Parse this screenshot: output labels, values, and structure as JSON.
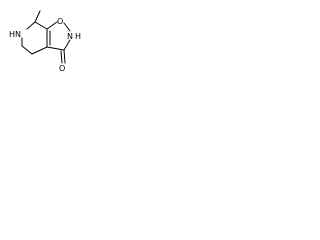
{
  "molecule": {
    "atoms": {
      "nh_ring_left": "HN",
      "o_ring": "O",
      "n_ring_right": "N",
      "h_on_n": "H",
      "carbonyl_o": "O"
    },
    "colors": {
      "bond": "#000000",
      "label": "#000000",
      "background": "#ffffff"
    }
  }
}
